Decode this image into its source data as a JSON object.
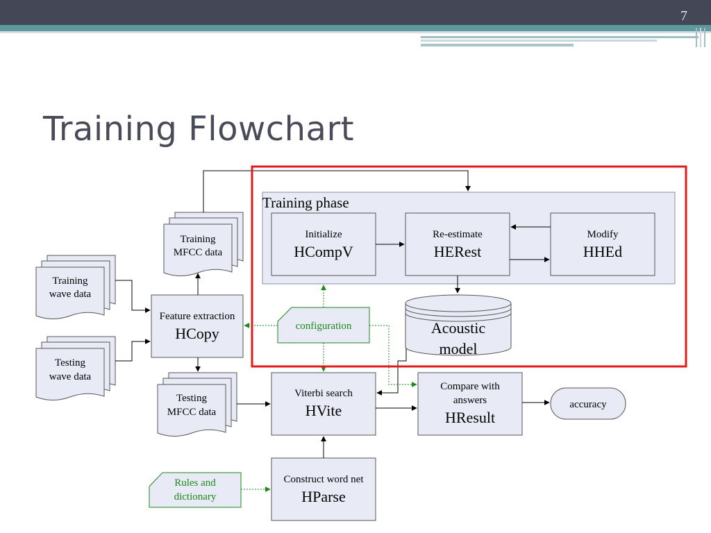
{
  "slide": {
    "number": "7",
    "title": "Training Flowchart"
  },
  "diagram": {
    "training_phase": {
      "label": "Training phase"
    },
    "initialize": {
      "line1": "Initialize",
      "line2": "HCompV"
    },
    "reestimate": {
      "line1": "Re-estimate",
      "line2": "HERest"
    },
    "modify": {
      "line1": "Modify",
      "line2": "HHEd"
    },
    "acoustic_model": {
      "line1": "Acoustic",
      "line2": "model"
    },
    "configuration": {
      "label": "configuration"
    },
    "feature_extraction": {
      "line1": "Feature extraction",
      "line2": "HCopy"
    },
    "training_mfcc": {
      "line1": "Training",
      "line2": "MFCC data"
    },
    "training_wave": {
      "line1": "Training",
      "line2": "wave data"
    },
    "testing_wave": {
      "line1": "Testing",
      "line2": "wave data"
    },
    "testing_mfcc": {
      "line1": "Testing",
      "line2": "MFCC data"
    },
    "viterbi": {
      "line1": "Viterbi search",
      "line2": "HVite"
    },
    "compare": {
      "line1": "Compare with",
      "line2": "answers",
      "line3": "HResult"
    },
    "accuracy": {
      "label": "accuracy"
    },
    "word_net": {
      "line1": "Construct word net",
      "line2": "HParse"
    },
    "rules": {
      "line1": "Rules and",
      "line2": "dictionary"
    }
  },
  "colors": {
    "topbar": "#444756",
    "teal": "#5c9aa0",
    "box_fill": "#e8ebf5",
    "highlight": "#e31a1a",
    "config_green": "#1a8a1a"
  }
}
